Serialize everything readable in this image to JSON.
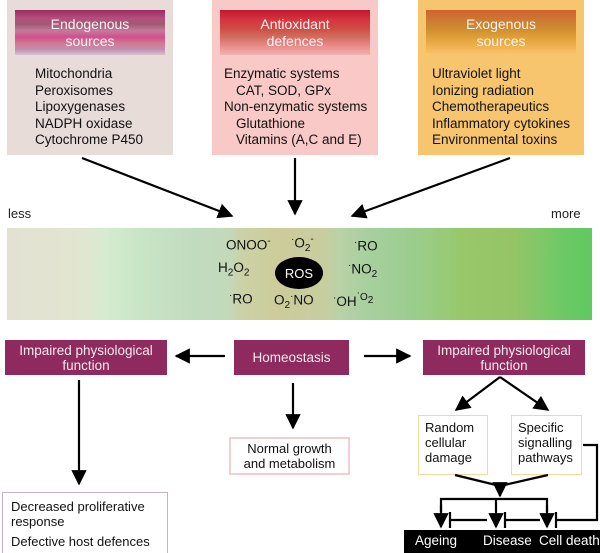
{
  "sources": {
    "endogenous": {
      "title": [
        "Endogenous",
        "sources"
      ],
      "items": [
        "Mitochondria",
        "Peroxisomes",
        "Lipoxygenases",
        "NADPH oxidase",
        "Cytochrome P450"
      ]
    },
    "antioxidant": {
      "title": [
        "Antioxidant",
        "defences"
      ],
      "items": [
        {
          "text": "Enzymatic systems",
          "indent": false
        },
        {
          "text": "CAT, SOD, GPx",
          "indent": true
        },
        {
          "text": "Non-enzymatic systems",
          "indent": false
        },
        {
          "text": "Glutathione",
          "indent": true
        },
        {
          "text": "Vitamins (A,C and E)",
          "indent": true
        }
      ]
    },
    "exogenous": {
      "title": [
        "Exogenous",
        "sources"
      ],
      "items": [
        "Ultraviolet light",
        "Ionizing radiation",
        "Chemotherapeutics",
        "Inflammatory cytokines",
        "Environmental toxins"
      ]
    }
  },
  "ros_scale": {
    "left_label": "less",
    "right_label": "more",
    "center_label": "ROS",
    "molecules": {
      "onoo": "ONOO",
      "onoo_charge": "-",
      "o2_radical": "O",
      "o2_radical_sub": "2",
      "o2_radical_charge": "-",
      "ro_top": "RO",
      "h2o2_h": "H",
      "h2o2_sub1": "2",
      "h2o2_o": "O",
      "h2o2_sub2": "2",
      "no2": "NO",
      "no2_sub": "2",
      "ro_bottom": "RO",
      "o2no_o": "O",
      "o2no_sub": "2",
      "o2no_no": "NO",
      "oh": "OH",
      "oh_o2": "O",
      "oh_o2_sub": "2",
      "radical_dot": "·"
    }
  },
  "outcomes": {
    "impaired_left": [
      "Impaired physiological",
      "function"
    ],
    "homeostasis": "Homeostasis",
    "impaired_right": [
      "Impaired physiological",
      "function"
    ],
    "normal_growth": [
      "Normal growth",
      "and metabolism"
    ],
    "random_damage": [
      "Random",
      "cellular",
      "damage"
    ],
    "specific_pathways": [
      "Specific",
      "signalling",
      "pathways"
    ],
    "decreased": [
      "Decreased proliferative response",
      "Defective host defences"
    ],
    "final": [
      "Ageing",
      "Disease",
      "Cell death"
    ]
  },
  "colors": {
    "maroon": "#8e2a5d",
    "endogenous_bg": "#e7dcd8",
    "antioxidant_bg": "#f8c9c6",
    "exogenous_bg": "#f8c56f"
  }
}
